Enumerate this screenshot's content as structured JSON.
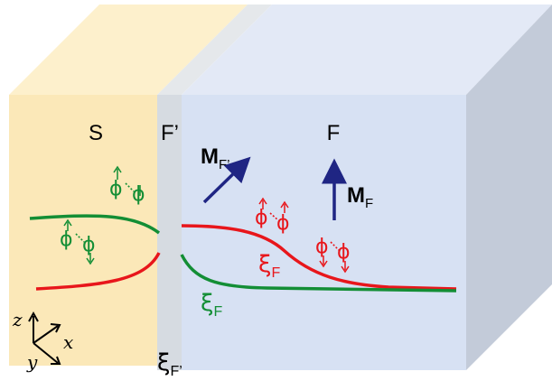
{
  "regions": {
    "s_label": "S",
    "fprime_label": "F’",
    "f_label": "F"
  },
  "magnetization": {
    "m_fprime_main": "M",
    "m_fprime_sub": "F’",
    "m_f_main": "M",
    "m_f_sub": "F"
  },
  "coherence_lengths": {
    "xi_symbol": "ξ",
    "xi_fprime_sub": "F’",
    "xi_f_red_sub": "F",
    "xi_f_green_sub": "F"
  },
  "pairs": {
    "phi": "ϕ"
  },
  "axes": {
    "z": "z",
    "x": "x",
    "y": "y"
  },
  "colors": {
    "s_region": "#fbe8b8",
    "fprime_region": "#d5dce4",
    "f_region": "#d5dff2",
    "green_curve": "#138e35",
    "red_curve": "#e8161b",
    "arrow_navy": "#1f2583"
  }
}
